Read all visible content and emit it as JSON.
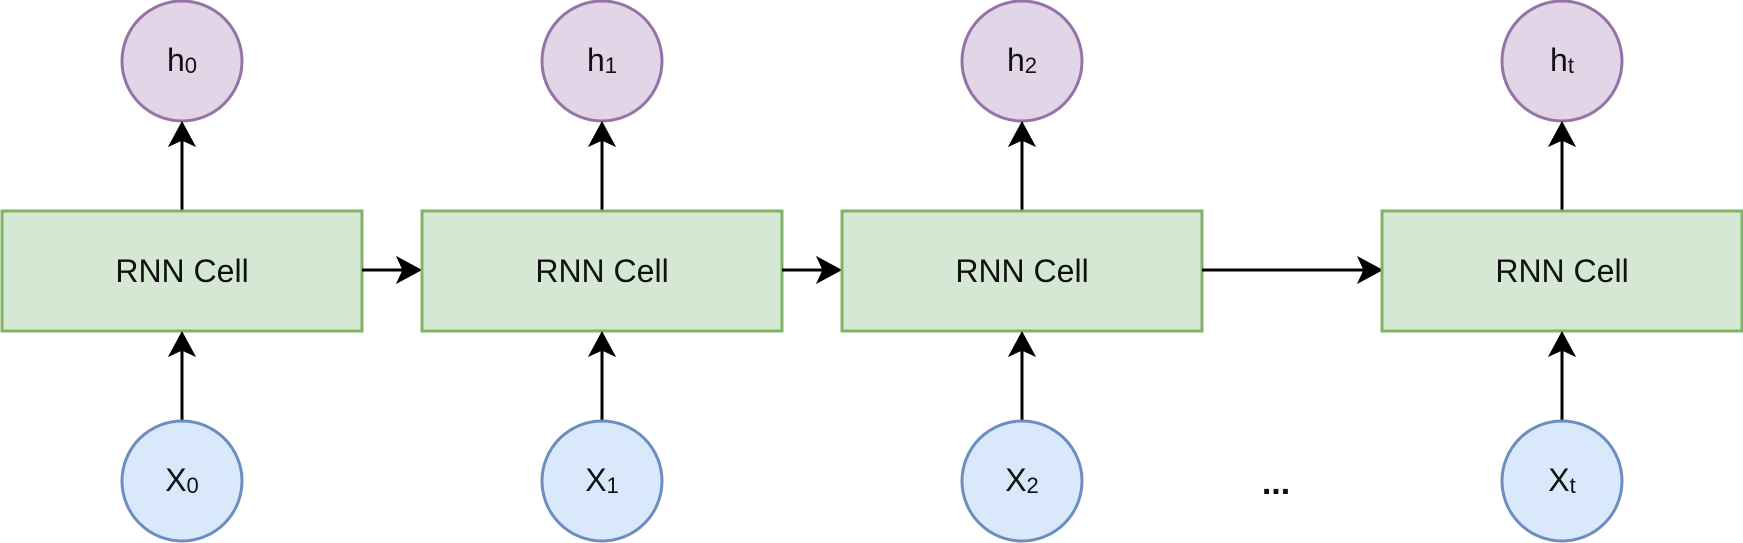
{
  "cells": [
    {
      "label": "RNN Cell",
      "output": {
        "base": "h",
        "sub": "0"
      },
      "input": {
        "base": "X",
        "sub": "0"
      }
    },
    {
      "label": "RNN Cell",
      "output": {
        "base": "h",
        "sub": "1"
      },
      "input": {
        "base": "X",
        "sub": "1"
      }
    },
    {
      "label": "RNN Cell",
      "output": {
        "base": "h",
        "sub": "2"
      },
      "input": {
        "base": "X",
        "sub": "2"
      }
    },
    {
      "label": "RNN Cell",
      "output": {
        "base": "h",
        "sub": "t"
      },
      "input": {
        "base": "X",
        "sub": "t"
      }
    }
  ],
  "ellipsis": "...",
  "colors": {
    "cell_fill": "#d5e8d4",
    "cell_stroke": "#82b366",
    "output_fill": "#e1d5e7",
    "output_stroke": "#9673a6",
    "input_fill": "#dae8fc",
    "input_stroke": "#6c8ebf",
    "arrow": "#000000"
  }
}
